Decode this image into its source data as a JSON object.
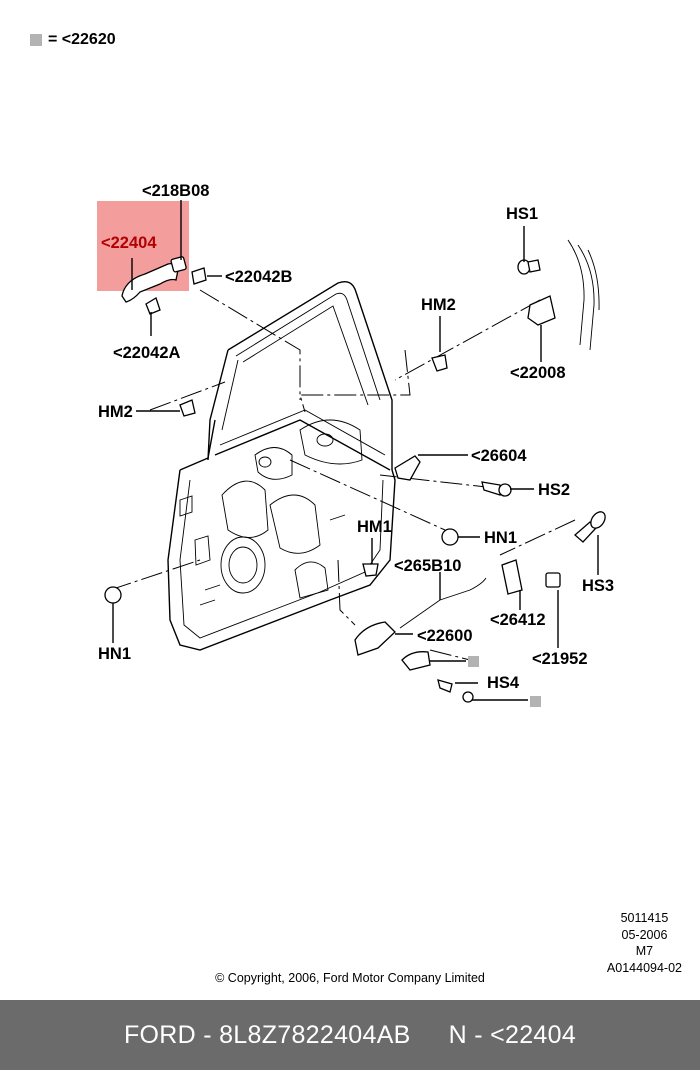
{
  "legend": {
    "text": "= <22620",
    "swatch_color": "#b3b3b3"
  },
  "highlight_color": "#f28c8c",
  "labels": {
    "p218B08": "<218B08",
    "p22404": "<22404",
    "p22042B": "<22042B",
    "p22042A": "<22042A",
    "hs1": "HS1",
    "hm2_right": "HM2",
    "p22008": "<22008",
    "hm2_left": "HM2",
    "p26604": "<26604",
    "hs2": "HS2",
    "hm1": "HM1",
    "hn1_right": "HN1",
    "p265B10": "<265B10",
    "hs3": "HS3",
    "p26412": "<26412",
    "hn1_left": "HN1",
    "p22600": "<22600",
    "p21952": "<21952",
    "hs4": "HS4"
  },
  "meta": {
    "line1": "5011415",
    "line2": "05-2006",
    "line3": "M7",
    "line4": "A0144094-02"
  },
  "copyright": "© Copyright, 2006, Ford Motor Company Limited",
  "footer": {
    "part": "FORD - 8L8Z7822404AB",
    "ref": "N - <22404"
  }
}
